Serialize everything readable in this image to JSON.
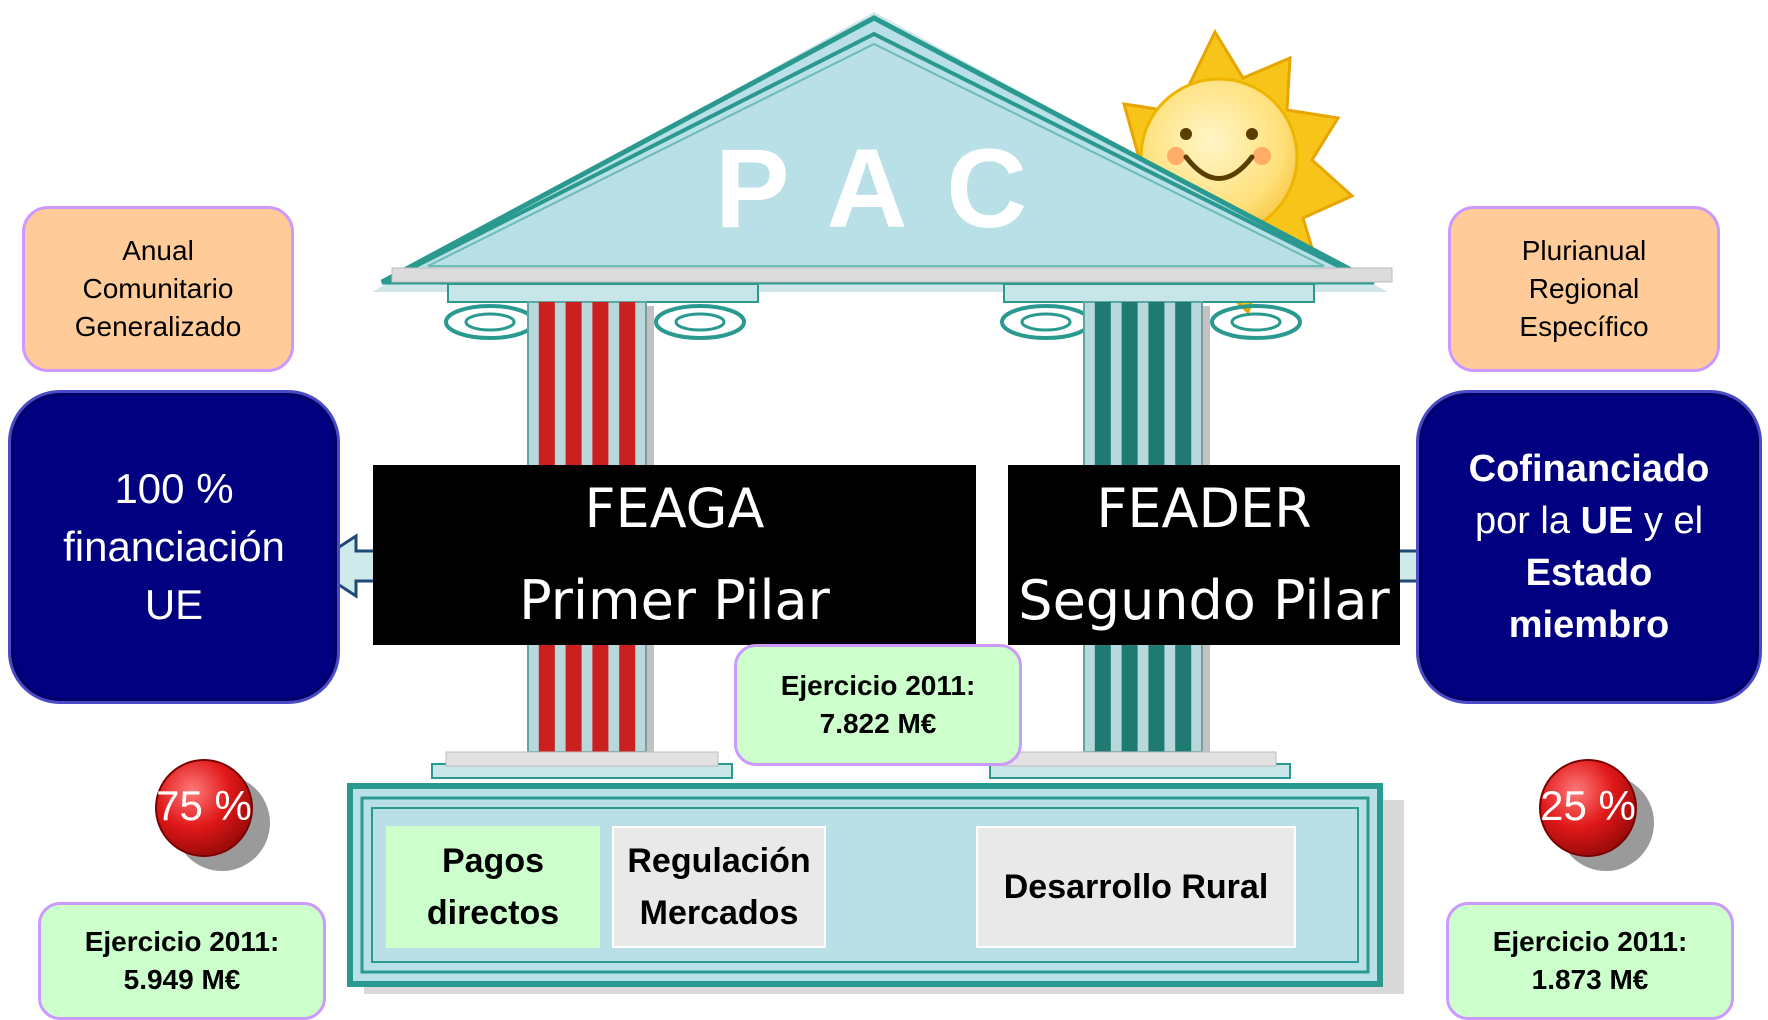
{
  "diagram": {
    "roof_title": "P A C",
    "left_info": [
      "Anual",
      "Comunitario",
      "Generalizado"
    ],
    "right_info": [
      "Plurianual",
      "Regional",
      "Específico"
    ],
    "left_financing": [
      "100 %",
      "financiación",
      "UE"
    ],
    "right_financing": {
      "line1": "Cofinanciado",
      "line2_a": "por la ",
      "line2_b": "UE",
      "line2_c": " y el",
      "line3": "Estado",
      "line4": "miembro"
    },
    "pillar1": {
      "fund": "FEAGA",
      "name": "Primer Pilar",
      "color": "#cc1f1f"
    },
    "pillar2": {
      "fund": "FEADER",
      "name": "Segundo Pilar",
      "color": "#1f7a72"
    },
    "left_share": "75 %",
    "right_share": "25 %",
    "center_budget": [
      "Ejercicio 2011:",
      "7.822 M€"
    ],
    "left_budget": [
      "Ejercicio 2011:",
      "5.949 M€"
    ],
    "right_budget": [
      "Ejercicio 2011:",
      "1.873 M€"
    ],
    "base_cells": {
      "pagos": [
        "Pagos",
        "directos"
      ],
      "regulacion": [
        "Regulación",
        "Mercados"
      ],
      "desarrollo": "Desarrollo Rural"
    },
    "colors": {
      "roof_fill": "#b8e0e6",
      "roof_edge": "#2a9a90",
      "navy": "#000080",
      "peach": "#ffcc99",
      "mint": "#ccffcc",
      "share_ball": "#e01818",
      "sun": "#f7c51a"
    }
  }
}
